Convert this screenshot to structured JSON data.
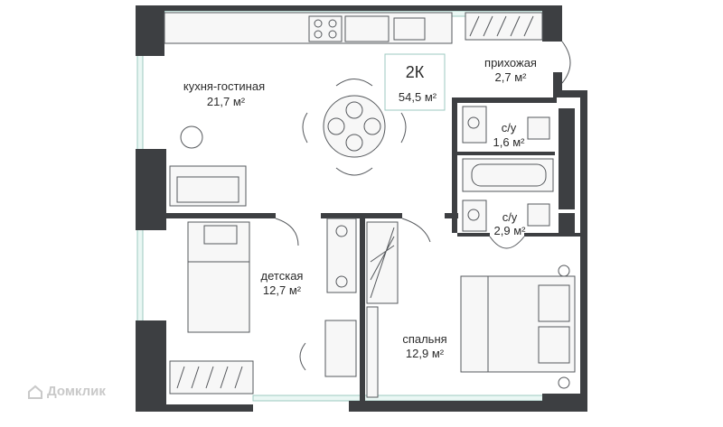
{
  "apartment": {
    "type": "2К",
    "total_area": "54,5 м²"
  },
  "rooms": {
    "kitchen": {
      "name": "кухня-гостиная",
      "area": "21,7 м²"
    },
    "hallway": {
      "name": "прихожая",
      "area": "2,7 м²"
    },
    "bath1": {
      "name": "с/у",
      "area": "1,6 м²"
    },
    "bath2": {
      "name": "с/у",
      "area": "2,9 м²"
    },
    "kids": {
      "name": "детская",
      "area": "12,7 м²"
    },
    "bedroom": {
      "name": "спальня",
      "area": "12,9 м²"
    }
  },
  "watermark": "Домклик",
  "colors": {
    "wall": "#3d3f42",
    "window": "#9cc9c0",
    "text": "#2b2b2b",
    "watermark": "#c9c9c9"
  }
}
